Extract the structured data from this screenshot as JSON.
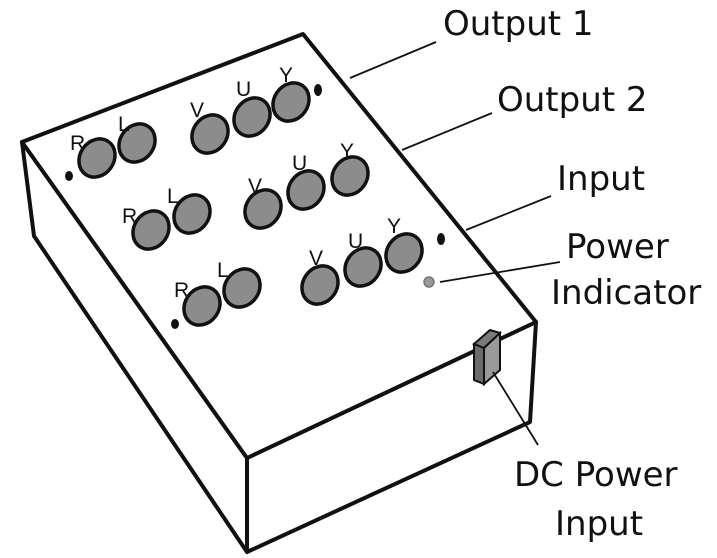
{
  "diagram": {
    "callouts": {
      "output1": "Output 1",
      "output2": "Output 2",
      "input": "Input",
      "power_indicator": [
        "Power",
        "Indicator"
      ],
      "dc_power_input": [
        "DC Power",
        "Input"
      ]
    },
    "jack_rows": [
      {
        "audio": [
          "R",
          "L"
        ],
        "video": [
          "V",
          "U",
          "Y"
        ]
      },
      {
        "audio": [
          "R",
          "L"
        ],
        "video": [
          "V",
          "U",
          "Y"
        ]
      },
      {
        "audio": [
          "R",
          "L"
        ],
        "video": [
          "V",
          "U",
          "Y"
        ]
      }
    ],
    "colors": {
      "line": "#111111",
      "jack_fill": "#8c8c8c",
      "power_indicator": "#9a9a9a",
      "dc_jack": "#9a9a9a"
    }
  }
}
